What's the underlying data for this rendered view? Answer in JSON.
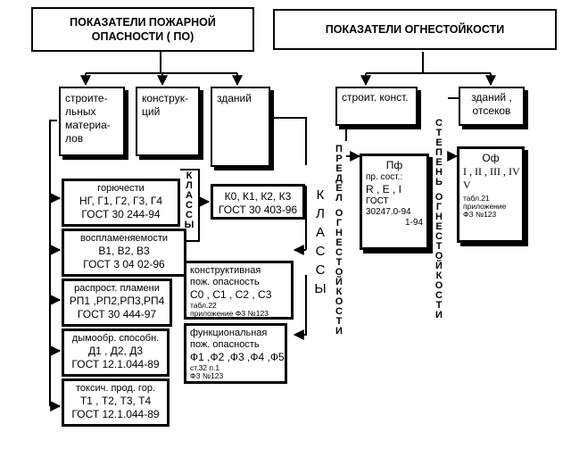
{
  "headers": {
    "fire_hazard": "ПОКАЗАТЕЛИ ПОЖАРНОЙ ОПАСНОСТИ ( ПО)",
    "fire_resistance": "ПОКАЗАТЕЛИ ОГНЕСТОЙКОСТИ"
  },
  "categories": {
    "materials": [
      "строите-",
      "льных",
      "материа-",
      "лов"
    ],
    "structures": [
      "конструк-",
      "ций"
    ],
    "buildings": "зданий",
    "building_structures": "строит. конст.",
    "buildings_compartments": [
      "зданий ,",
      "отсеков"
    ]
  },
  "material_boxes": {
    "flammability": {
      "title": "горючести",
      "classes": "НГ, Г1, Г2, Г3, Г4",
      "gost": "ГОСТ 30 244-94"
    },
    "ignitability": {
      "title": "воспламеняемости",
      "classes": "В1, В2, В3",
      "gost": "ГОСТ 3 04 02-96"
    },
    "flame_spread": {
      "title": "распрост. пламени",
      "classes": "РП1 ,РП2,РП3,РП4",
      "gost": "ГОСТ 30 444-97"
    },
    "smoke": {
      "title": "дымообр. способн.",
      "classes": "Д1 , Д2, Д3",
      "gost": "ГОСТ 12.1.044-89"
    },
    "toxicity": {
      "title": "токсич. прод. гор.",
      "classes": "Т1 , Т2, Т3, Т4",
      "gost": "ГОСТ 12.1.044-89"
    }
  },
  "vertical_labels": {
    "classes_left": "КЛАССЫ",
    "classes_right": "КЛАССЫ",
    "limit": "ПРЕДЕЛ ОГНЕСТОЙКОСТИ",
    "degree": "СТЕПЕНЬ ОГНЕСТОЙКОСТИ"
  },
  "k_box": {
    "classes": "К0, К1, К2, К3",
    "gost": "ГОСТ 30 403-96"
  },
  "constructive": {
    "lines": [
      "конструктивная",
      "пож. опасность"
    ],
    "classes": "С0 , С1 , С2 , С3",
    "note": [
      "табл.22",
      "приложение ФЗ №123"
    ]
  },
  "functional": {
    "lines": [
      "функциональная",
      "пож. опасность"
    ],
    "classes": "Ф1 ,Ф2 ,Ф3 ,Ф4 ,Ф5",
    "note": [
      "ст.32 п.1",
      "ФЗ №123"
    ]
  },
  "limit_box": {
    "title": "Пф",
    "lines": [
      "пр. сост.:",
      "R , E , I",
      "ГОСТ",
      "30247.0-94",
      "1-94"
    ]
  },
  "degree_box": {
    "title": "Оф",
    "grades": [
      "I , II , III , IV",
      "V"
    ],
    "note": [
      "табл.21",
      "приложение",
      "ФЗ №123"
    ]
  }
}
